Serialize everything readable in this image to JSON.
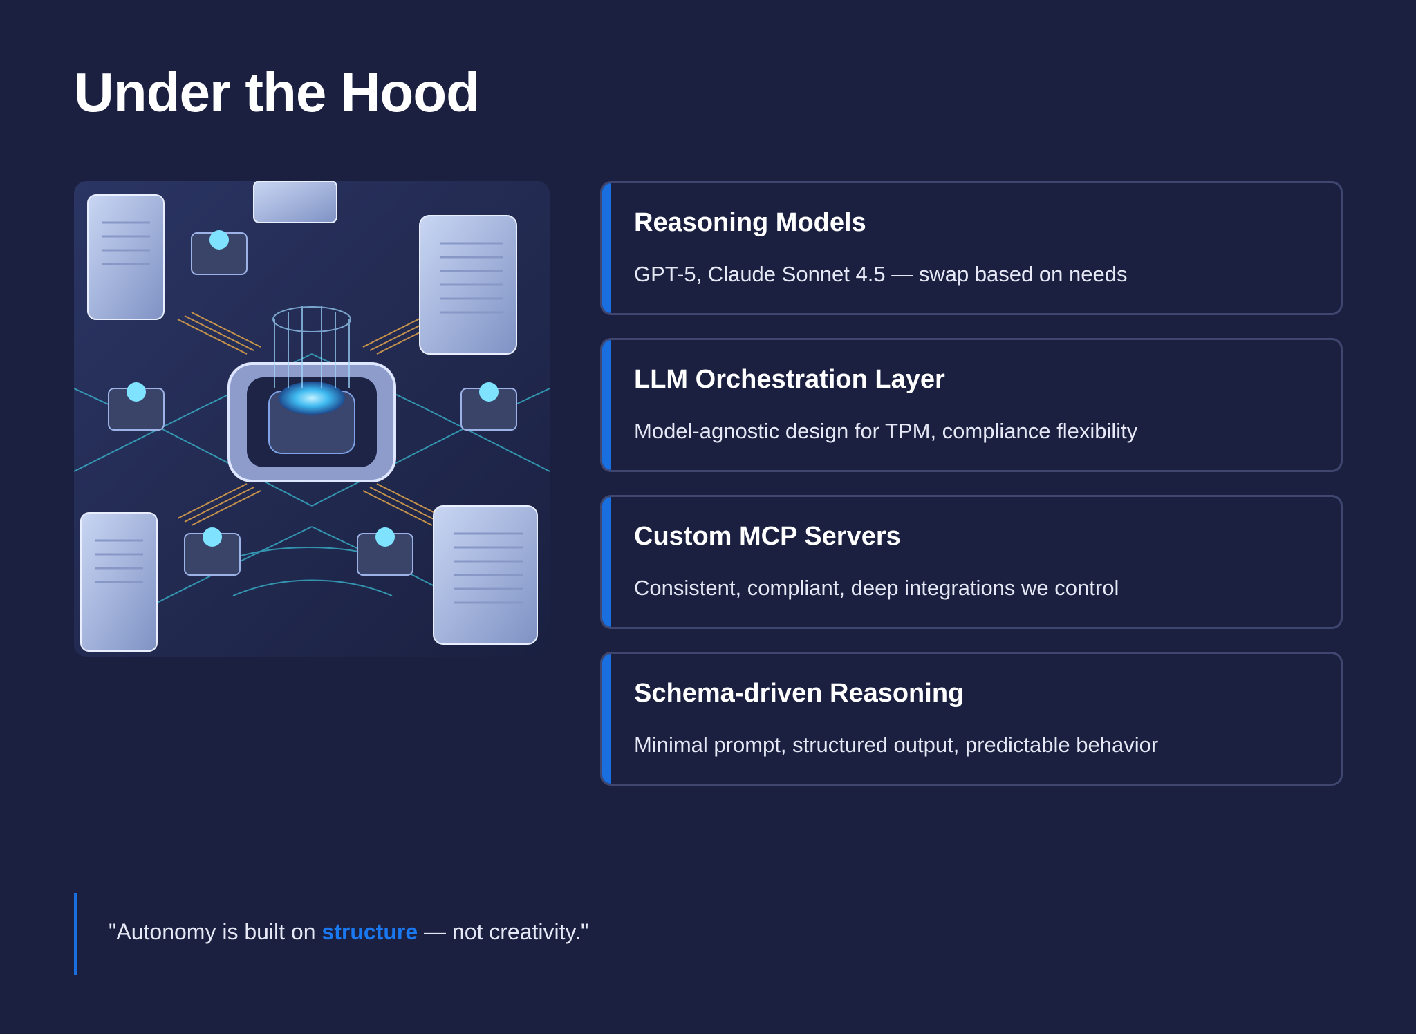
{
  "slide": {
    "title": "Under the Hood"
  },
  "cards": [
    {
      "title": "Reasoning Models",
      "description": "GPT-5, Claude Sonnet 4.5 — swap based on needs"
    },
    {
      "title": "LLM Orchestration Layer",
      "description": "Model-agnostic design for TPM, compliance flexibility"
    },
    {
      "title": "Custom MCP Servers",
      "description": "Consistent, compliant, deep integrations we control"
    },
    {
      "title": "Schema-driven Reasoning",
      "description": "Minimal prompt, structured output, predictable behavior"
    }
  ],
  "quote": {
    "before": "\"Autonomy is built on ",
    "highlight": "structure",
    "after": " — not creativity.\""
  },
  "colors": {
    "background": "#1b2040",
    "accent": "#1a6fe0",
    "card_border": "#3f4770"
  }
}
